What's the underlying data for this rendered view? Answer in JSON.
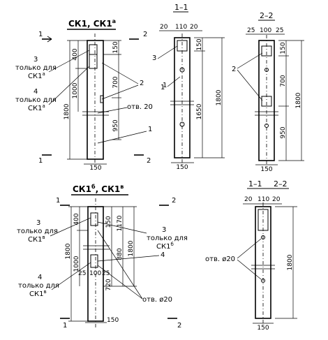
{
  "titles": {
    "ck1": "СК1, СК1",
    "ck1_sup": "а",
    "ck1b": "СК1",
    "ck1b_sup1": "б",
    "ck1b_mid": ", СК1",
    "ck1b_sup2": "в",
    "sec11": "1–1",
    "sec22": "2–2",
    "sec11b": "1–1",
    "sec22b": "2–2"
  },
  "marks": {
    "one": "1",
    "two": "2",
    "three": "3",
    "four": "4"
  },
  "notes": {
    "only_for": "только для",
    "ck1a": "СК1",
    "ck1a_sup": "а",
    "ck1b": "СК1",
    "ck1b_sup": "б",
    "ck1v": "СК1",
    "ck1v_sup": "в",
    "hole20": "отв. 20",
    "hole_d20": "отв. ø20",
    "hole_d20b": "отв. ø20"
  },
  "dims": {
    "d20": "20",
    "d110": "110",
    "d25": "25",
    "d100": "100",
    "d150": "150",
    "d400": "400",
    "d1000": "1000",
    "d1800": "1800",
    "d700": "700",
    "d950": "950",
    "d1650": "1650",
    "d880": "880",
    "d1170": "1170",
    "d720": "720"
  }
}
